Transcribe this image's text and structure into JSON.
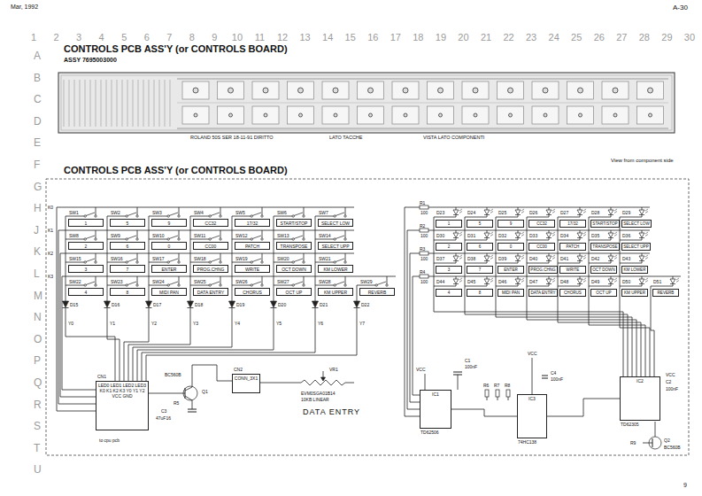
{
  "diagram": {
    "title": "CONTROLS PCB ASS'Y (or CONTROLS BOARD)",
    "nodes": [
      {
        "text": [
          "SW1",
          "1"
        ]
      },
      {
        "text": [
          "SW2",
          "5"
        ]
      },
      {
        "text": [
          "SW3",
          "9"
        ]
      },
      {
        "text": [
          "SW4",
          "CC32"
        ]
      },
      {
        "text": [
          "SW5",
          "17/32"
        ]
      },
      {
        "text": [
          "SW6",
          "START/STOP"
        ]
      },
      {
        "text": [
          "SW7",
          "SELECT LOW"
        ]
      },
      {
        "text": [
          "SW8",
          "2"
        ]
      },
      {
        "text": [
          "SW9",
          "6"
        ]
      },
      {
        "text": [
          "SW10",
          "0"
        ]
      },
      {
        "text": [
          "SW11",
          "CC00"
        ]
      },
      {
        "text": [
          "SW12",
          "PATCH"
        ]
      },
      {
        "text": [
          "SW13",
          "TRANSPOSE"
        ]
      },
      {
        "text": [
          "SW14",
          "SELECT UPP"
        ]
      },
      {
        "text": [
          "SW15",
          "3"
        ]
      },
      {
        "text": [
          "SW16",
          "7"
        ]
      },
      {
        "text": [
          "SW17",
          "ENTER"
        ]
      },
      {
        "text": [
          "SW18",
          "PROG.CHNG"
        ]
      },
      {
        "text": [
          "SW19",
          "WRITE"
        ]
      },
      {
        "text": [
          "SW20",
          "OCT DOWN"
        ]
      },
      {
        "text": [
          "SW21",
          "KM LOWER"
        ]
      },
      {
        "text": [
          "SW22",
          "4"
        ]
      },
      {
        "text": [
          "SW23",
          "8"
        ]
      },
      {
        "text": [
          "SW24",
          "MIDI PAN"
        ]
      },
      {
        "text": [
          "SW25",
          "DATA ENTRY"
        ]
      },
      {
        "text": [
          "SW26",
          "CHORUS"
        ]
      },
      {
        "text": [
          "SW27",
          "OCT UP"
        ]
      },
      {
        "text": [
          "SW28",
          "KM UPPER"
        ]
      },
      {
        "text": [
          "SW29",
          "REVERB"
        ]
      },
      {
        "text": [
          "D23",
          "1"
        ]
      },
      {
        "text": [
          "D24",
          "5"
        ]
      },
      {
        "text": [
          "D25",
          "9"
        ]
      },
      {
        "text": [
          "D26",
          "CC32"
        ]
      },
      {
        "text": [
          "D27",
          "17/32"
        ]
      },
      {
        "text": [
          "D28",
          "START/STOP"
        ]
      },
      {
        "text": [
          "D29",
          "SELECT LOW"
        ]
      },
      {
        "text": [
          "D30",
          "2"
        ]
      },
      {
        "text": [
          "D31",
          "6"
        ]
      },
      {
        "text": [
          "D32",
          "0"
        ]
      },
      {
        "text": [
          "D33",
          "CC00"
        ]
      },
      {
        "text": [
          "D34",
          "PATCH"
        ]
      },
      {
        "text": [
          "D35",
          "TRANSPOSE"
        ]
      },
      {
        "text": [
          "D36",
          "SELECT UPP"
        ]
      },
      {
        "text": [
          "D37",
          "3"
        ]
      },
      {
        "text": [
          "D38",
          "7"
        ]
      },
      {
        "text": [
          "D39",
          "ENTER"
        ]
      },
      {
        "text": [
          "D40",
          "PROG.CHNG"
        ]
      },
      {
        "text": [
          "D41",
          "WRITE"
        ]
      },
      {
        "text": [
          "D42",
          "OCT DOWN"
        ]
      },
      {
        "text": [
          "D43",
          "KM LOWER"
        ]
      },
      {
        "text": [
          "D44",
          "4"
        ]
      },
      {
        "text": [
          "D45",
          "8"
        ]
      },
      {
        "text": [
          "D46",
          "MIDI PAN"
        ]
      },
      {
        "text": [
          "D47",
          "DATA ENTRY"
        ]
      },
      {
        "text": [
          "D48",
          "CHORUS"
        ]
      },
      {
        "text": [
          "D49",
          "OCT UP"
        ]
      },
      {
        "text": [
          "D50",
          "KM UPPER"
        ]
      },
      {
        "text": [
          "D51",
          "REVERB"
        ]
      },
      {
        "text": [
          "CN1",
          "LED0 LED1 LED2 LED3 K0 K1 K2 K3 Y0 Y1 Y2 VCC GND"
        ]
      },
      {
        "text": [
          "CN2",
          "CONN_3X1"
        ]
      },
      {
        "text": [
          "IC1",
          "TD62506"
        ]
      },
      {
        "text": [
          "IC3",
          "74HC138"
        ]
      },
      {
        "text": [
          "IC2",
          "TD62305"
        ]
      }
    ],
    "edges": [
      {
        "from": 60,
        "to": 61,
        "arrow": "none"
      },
      {
        "from": 61,
        "to": 62,
        "arrow": "none"
      }
    ],
    "labels": [
      "Mar, 1992",
      "A-30",
      "1",
      "2",
      "3",
      "4",
      "5",
      "6",
      "7",
      "8",
      "9",
      "10",
      "11",
      "12",
      "13",
      "14",
      "15",
      "16",
      "17",
      "18",
      "19",
      "20",
      "21",
      "22",
      "23",
      "24",
      "25",
      "26",
      "27",
      "28",
      "29",
      "30",
      "A",
      "B",
      "C",
      "D",
      "E",
      "F",
      "G",
      "H",
      "J",
      "K",
      "L",
      "M",
      "N",
      "O",
      "P",
      "Q",
      "R",
      "S",
      "T",
      "U",
      "ASSY 7695003000",
      "ROLAND 50S SER 18-11-91 DIRITTO",
      "LATO TACCHE",
      "VISTA LATO COMPONENTI",
      "View from component side",
      "CONTROLS PCB ASS'Y (or CONTROLS BOARD)",
      "K0",
      "K1",
      "K2",
      "K3",
      "D15",
      "D16",
      "D17",
      "D18",
      "D19",
      "D20",
      "D21",
      "D22",
      "Y0",
      "Y1",
      "Y2",
      "Y3",
      "Y4",
      "Y5",
      "Y6",
      "Y7",
      "R1",
      "100",
      "R2",
      "100",
      "R3",
      "100",
      "R4",
      "100",
      "BC560B",
      "Q1",
      "R5",
      "C3",
      "47uF16",
      "to cpu pcb",
      "VR1",
      "EVM0SGA01B14",
      "10KB LINEAR",
      "DATA ENTRY",
      "VCC",
      "C1",
      "100nF",
      "R6",
      "R7",
      "R8",
      "VCC",
      "C4",
      "100nF",
      "VCC",
      "C2",
      "100nF",
      "BC560B",
      "Q2",
      "R9",
      "9"
    ]
  }
}
